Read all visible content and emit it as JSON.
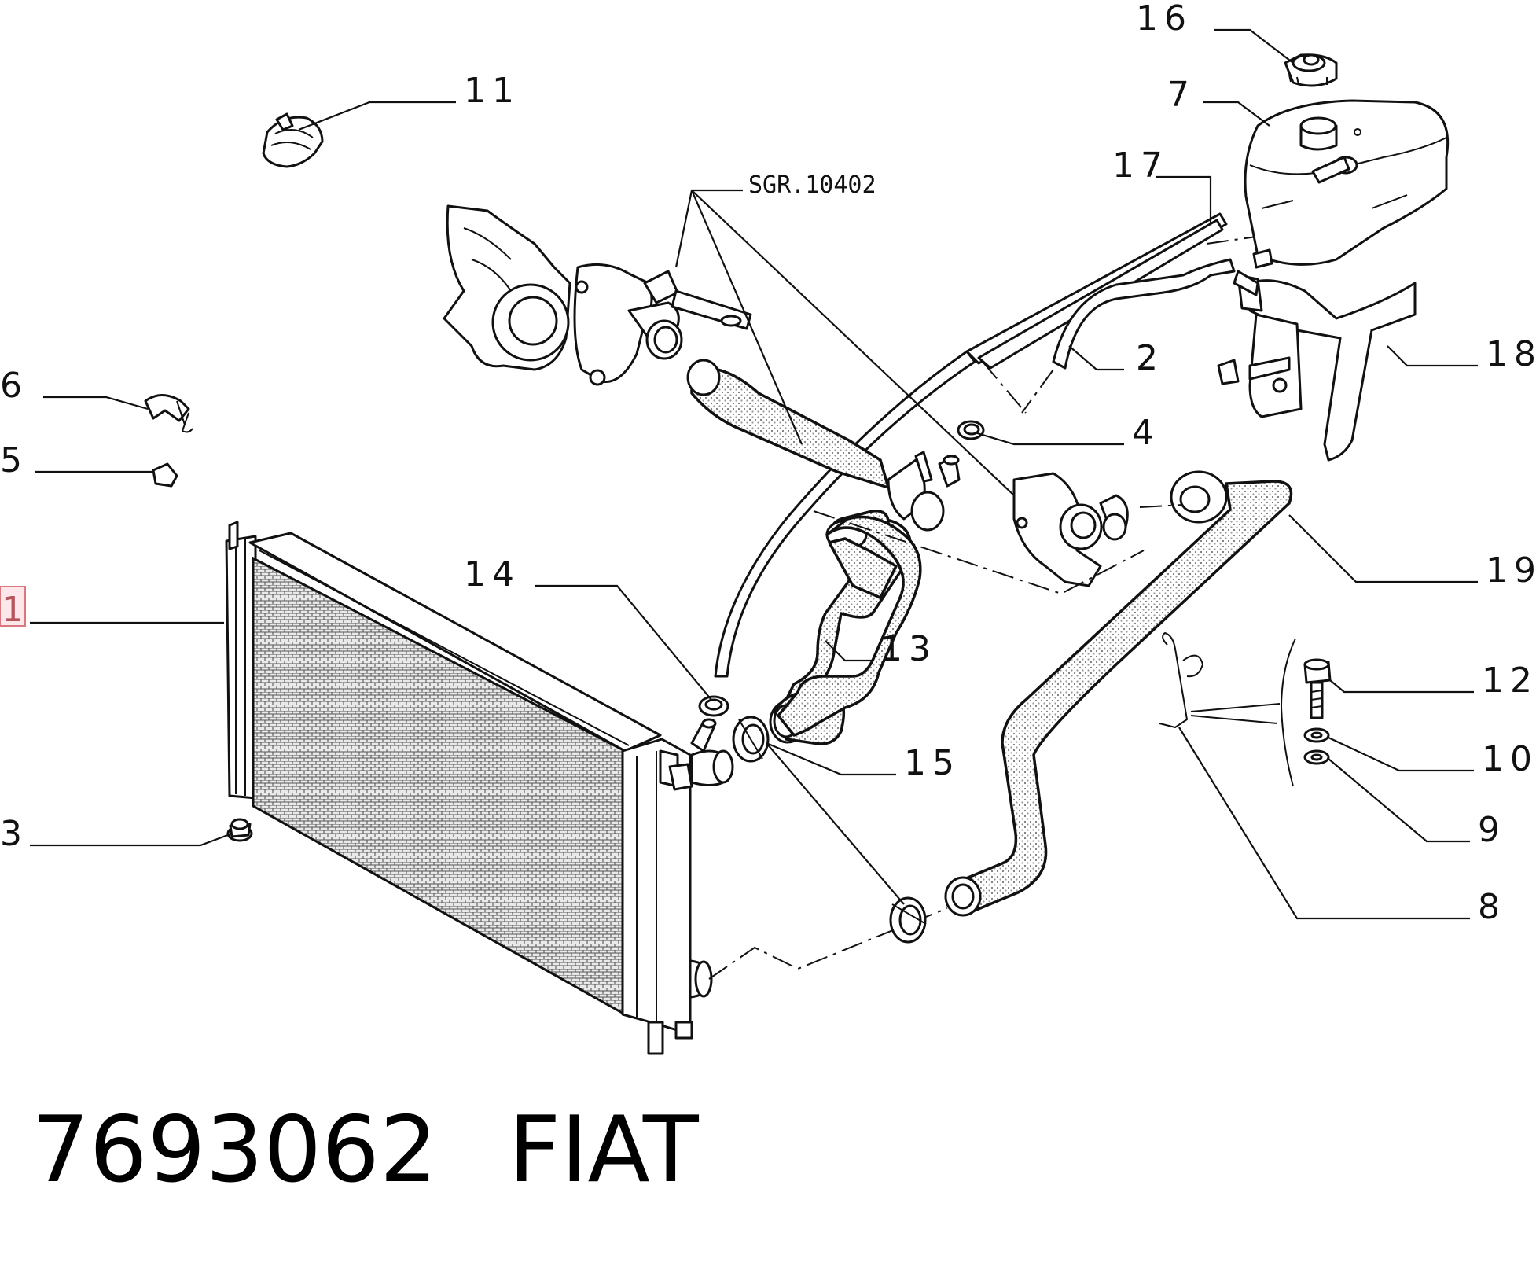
{
  "diagram": {
    "reference_code": "SGR.10402",
    "callouts": [
      {
        "id": "callout-16",
        "label": "16"
      },
      {
        "id": "callout-7",
        "label": "7"
      },
      {
        "id": "callout-11",
        "label": "11"
      },
      {
        "id": "callout-17",
        "label": "17"
      },
      {
        "id": "callout-2",
        "label": "2"
      },
      {
        "id": "callout-18",
        "label": "18"
      },
      {
        "id": "callout-4",
        "label": "4"
      },
      {
        "id": "callout-6",
        "label": "6"
      },
      {
        "id": "callout-5",
        "label": "5"
      },
      {
        "id": "callout-1",
        "label": "1"
      },
      {
        "id": "callout-14",
        "label": "14"
      },
      {
        "id": "callout-13",
        "label": "13"
      },
      {
        "id": "callout-19",
        "label": "19"
      },
      {
        "id": "callout-12",
        "label": "12"
      },
      {
        "id": "callout-15",
        "label": "15"
      },
      {
        "id": "callout-10",
        "label": "10"
      },
      {
        "id": "callout-3",
        "label": "3"
      },
      {
        "id": "callout-9",
        "label": "9"
      },
      {
        "id": "callout-8",
        "label": "8"
      }
    ]
  },
  "footer": {
    "part_number": "7693062",
    "brand": "FIAT"
  }
}
